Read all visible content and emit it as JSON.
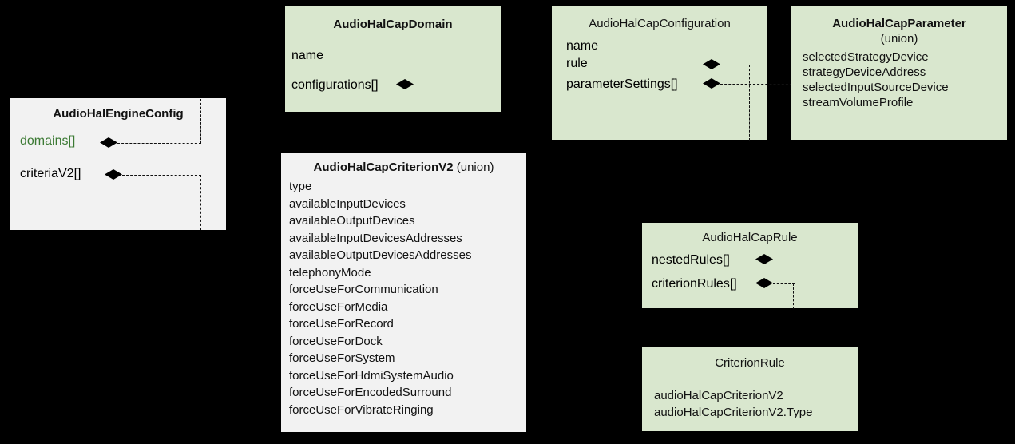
{
  "diagram": {
    "type": "uml-class-diagram",
    "background": "#000000",
    "colors": {
      "green_node": "#d9e7ce",
      "grey_node": "#f2f2f2",
      "text": "#121212",
      "accent_green_text": "#3c7a34",
      "edge": "#111111"
    },
    "nodes": [
      {
        "id": "engine-config",
        "title": "AudioHalEngineConfig",
        "subtitle": "",
        "title_bold": true,
        "fill": "grey",
        "attributes": [
          {
            "label": "domains[]",
            "color": "green",
            "composition": true
          },
          {
            "label": "criteriaV2[]",
            "color": "black",
            "composition": true
          }
        ]
      },
      {
        "id": "cap-domain",
        "title": "AudioHalCapDomain",
        "subtitle": "",
        "title_bold": true,
        "fill": "green",
        "attributes": [
          {
            "label": "name",
            "color": "black",
            "composition": false
          },
          {
            "label": "configurations[]",
            "color": "black",
            "composition": true
          }
        ]
      },
      {
        "id": "cap-configuration",
        "title": "AudioHalCapConfiguration",
        "subtitle": "",
        "title_bold": false,
        "fill": "green",
        "attributes": [
          {
            "label": "name",
            "color": "black",
            "composition": false
          },
          {
            "label": "rule",
            "color": "black",
            "composition": true
          },
          {
            "label": "parameterSettings[]",
            "color": "black",
            "composition": true
          }
        ]
      },
      {
        "id": "cap-parameter",
        "title": "AudioHalCapParameter",
        "subtitle": "(union)",
        "title_bold": true,
        "fill": "green",
        "attributes": [
          {
            "label": "selectedStrategyDevice",
            "color": "black",
            "composition": false
          },
          {
            "label": "strategyDeviceAddress",
            "color": "black",
            "composition": false
          },
          {
            "label": "selectedInputSourceDevice",
            "color": "black",
            "composition": false
          },
          {
            "label": "streamVolumeProfile",
            "color": "black",
            "composition": false
          }
        ]
      },
      {
        "id": "cap-criterion-v2",
        "title": "AudioHalCapCriterionV2",
        "subtitle": "(union)",
        "title_bold": true,
        "fill": "grey",
        "attributes": [
          {
            "label": "type",
            "color": "black",
            "composition": false
          },
          {
            "label": "availableInputDevices",
            "color": "black",
            "composition": false
          },
          {
            "label": "availableOutputDevices",
            "color": "black",
            "composition": false
          },
          {
            "label": "availableInputDevicesAddresses",
            "color": "black",
            "composition": false
          },
          {
            "label": "availableOutputDevicesAddresses",
            "color": "black",
            "composition": false
          },
          {
            "label": "telephonyMode",
            "color": "black",
            "composition": false
          },
          {
            "label": "forceUseForCommunication",
            "color": "black",
            "composition": false
          },
          {
            "label": "forceUseForMedia",
            "color": "black",
            "composition": false
          },
          {
            "label": "forceUseForRecord",
            "color": "black",
            "composition": false
          },
          {
            "label": "forceUseForDock",
            "color": "black",
            "composition": false
          },
          {
            "label": "forceUseForSystem",
            "color": "black",
            "composition": false
          },
          {
            "label": "forceUseForHdmiSystemAudio",
            "color": "black",
            "composition": false
          },
          {
            "label": "forceUseForEncodedSurround",
            "color": "black",
            "composition": false
          },
          {
            "label": "forceUseForVibrateRinging",
            "color": "black",
            "composition": false
          }
        ]
      },
      {
        "id": "cap-rule",
        "title": "AudioHalCapRule",
        "subtitle": "",
        "title_bold": false,
        "fill": "green",
        "attributes": [
          {
            "label": "nestedRules[]",
            "color": "black",
            "composition": true
          },
          {
            "label": "criterionRules[]",
            "color": "black",
            "composition": true
          }
        ]
      },
      {
        "id": "criterion-rule",
        "title": "CriterionRule",
        "subtitle": "",
        "title_bold": false,
        "fill": "green",
        "attributes": [
          {
            "label": "audioHalCapCriterionV2",
            "color": "black",
            "composition": false
          },
          {
            "label": "audioHalCapCriterionV2.Type",
            "color": "black",
            "composition": false
          }
        ]
      }
    ],
    "edges": [
      {
        "from": "engine-config.domains[]",
        "to": "cap-domain",
        "style": "dashed",
        "end": "composition-diamond"
      },
      {
        "from": "engine-config.criteriaV2[]",
        "to": "cap-criterion-v2",
        "style": "dashed",
        "end": "composition-diamond"
      },
      {
        "from": "cap-domain.configurations[]",
        "to": "cap-configuration",
        "style": "dashed",
        "end": "composition-diamond"
      },
      {
        "from": "cap-configuration.rule",
        "to": "cap-rule",
        "style": "dashed",
        "end": "composition-diamond"
      },
      {
        "from": "cap-configuration.parameterSettings[]",
        "to": "cap-parameter",
        "style": "dashed",
        "end": "composition-diamond"
      },
      {
        "from": "cap-rule.nestedRules[]",
        "to": "cap-rule",
        "style": "dashed",
        "end": "composition-diamond"
      },
      {
        "from": "cap-rule.criterionRules[]",
        "to": "criterion-rule",
        "style": "dashed",
        "end": "composition-diamond"
      }
    ]
  }
}
